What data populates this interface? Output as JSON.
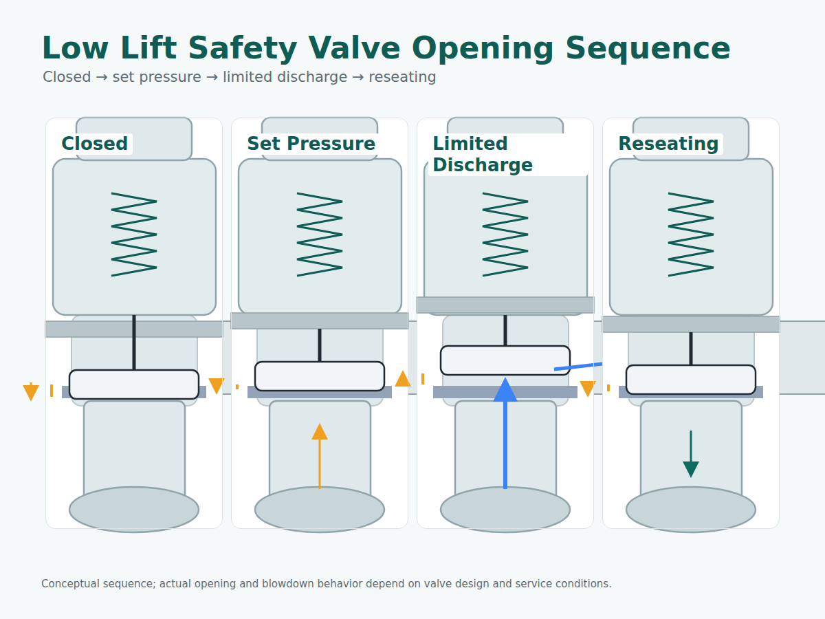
{
  "diagram": {
    "title": "Low Lift Safety Valve Opening Sequence",
    "caption": "Conceptual sequence; actual opening and blowdown behavior depend on valve design and service conditions.",
    "nodes": [
      {
        "text": [
          "Closed"
        ]
      },
      {
        "text": [
          "Set Pressure"
        ]
      },
      {
        "text": [
          "Limited Discharge"
        ]
      },
      {
        "text": [
          "Reseating"
        ]
      }
    ],
    "labels": [
      "Closed → set pressure → limited discharge → reseating"
    ]
  }
}
